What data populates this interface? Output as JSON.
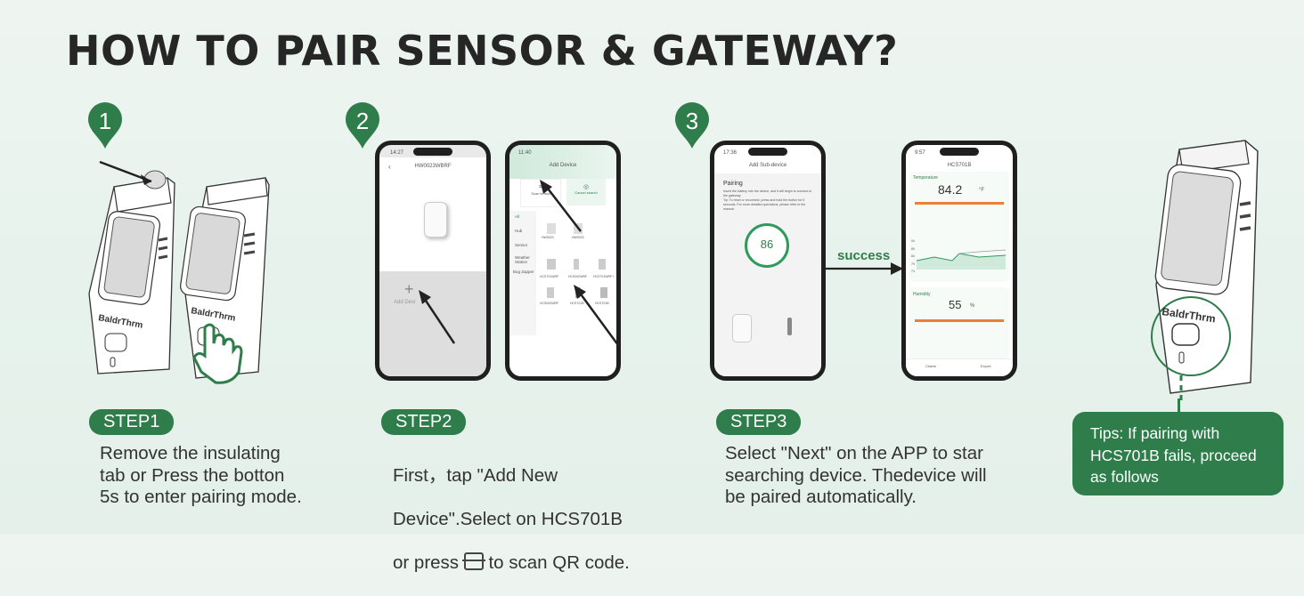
{
  "title": "HOW TO PAIR SENSOR & GATEWAY?",
  "steps": [
    {
      "number": "1",
      "badge": "STEP1",
      "text": "Remove the insulating\ntab or Press the botton\n5s to enter pairing mode."
    },
    {
      "number": "2",
      "badge": "STEP2",
      "text_line1": "First，tap \"Add New",
      "text_line2": "Device\".Select on HCS701B",
      "text_line3a": "or press",
      "text_line3b": "to scan QR code."
    },
    {
      "number": "3",
      "badge": "STEP3",
      "text": "Select \"Next\" on the APP to star\nsearching device. Thedevice will\nbe paired automatically."
    }
  ],
  "device": {
    "brand": "BaldrThrm"
  },
  "phone1": {
    "time": "14:27",
    "title": "HW0023WBRF",
    "add_label": "Add Devi"
  },
  "phone2": {
    "time": "11:40",
    "title": "Add Device",
    "scan_label": "Scan to add",
    "search_label": "Cancel search",
    "tabs": [
      "All",
      "Hub",
      "Sensor",
      "Weather Station",
      "Bug Zapper"
    ],
    "devices": [
      "HW0023",
      "HW0023",
      "HCS701WRF",
      "HCS002WRF",
      "HCS701WRF+",
      "HCS002WRF",
      "HCS701B",
      "HCS701B"
    ]
  },
  "phone3": {
    "time": "17:36",
    "title": "Add Sub-device",
    "heading": "Pairing",
    "body": "Insert the battery into the device, and it will begin to connect to the gateway.\nTip: To reset or reconnect, press and hold the button for 5 seconds. For more detailed operations, please refer to the manual.",
    "countdown": "86"
  },
  "arrow_label": "success",
  "phone4": {
    "time": "9:57",
    "title": "HCS701B",
    "temp_label": "Temperature",
    "temp_value": "84.2",
    "temp_unit": "°F",
    "hum_label": "Humidity",
    "hum_value": "55",
    "hum_unit": "%",
    "tab_charts": "Charts",
    "tab_export": "Export",
    "axis": [
      "94",
      "89",
      "84",
      "79",
      "74"
    ]
  },
  "tips": "Tips: If pairing with\nHCS701B fails, proceed\nas follows",
  "colors": {
    "accent": "#2e7d4a",
    "orange": "#e8803a"
  }
}
